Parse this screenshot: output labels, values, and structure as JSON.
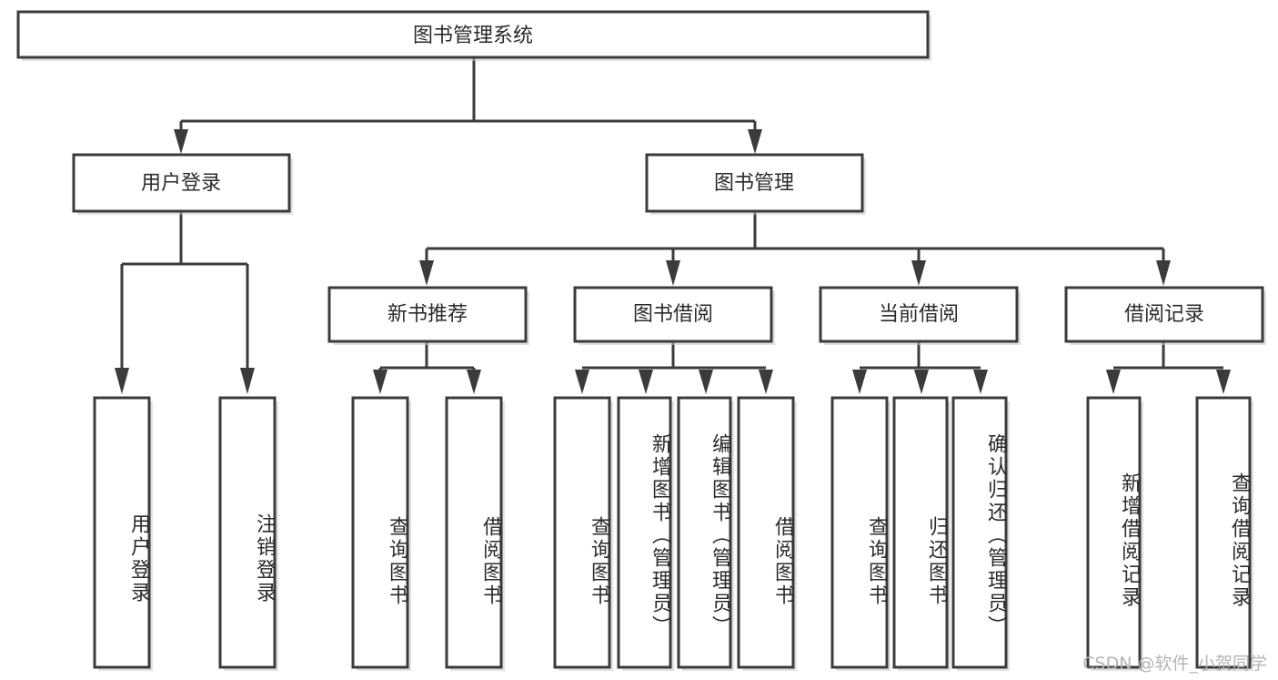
{
  "diagram": {
    "type": "tree-hierarchy",
    "title": "图书管理系统",
    "watermark": "CSDN @软件_小贺同学",
    "colors": {
      "stroke": "#3b3b3b",
      "fill": "#ffffff",
      "text": "#2b2b2b",
      "watermark": "#b4b4b4"
    },
    "root": {
      "label": "图书管理系统",
      "level": 0
    },
    "level1": [
      {
        "label": "用户登录"
      },
      {
        "label": "图书管理"
      }
    ],
    "level2": [
      {
        "label": "新书推荐"
      },
      {
        "label": "图书借阅"
      },
      {
        "label": "当前借阅"
      },
      {
        "label": "借阅记录"
      }
    ],
    "leaves": {
      "user_login": [
        {
          "label": "用户登录"
        },
        {
          "label": "注销登录"
        }
      ],
      "new_book_recommend": [
        {
          "label": "查询图书"
        },
        {
          "label": "借阅图书"
        }
      ],
      "book_borrow": [
        {
          "label": "查询图书"
        },
        {
          "label": "新增图书（管理员）"
        },
        {
          "label": "编辑图书（管理员）"
        },
        {
          "label": "借阅图书"
        }
      ],
      "current_borrow": [
        {
          "label": "查询图书"
        },
        {
          "label": "归还图书"
        },
        {
          "label": "确认归还（管理员）"
        }
      ],
      "borrow_record": [
        {
          "label": "新增借阅记录"
        },
        {
          "label": "查询借阅记录"
        }
      ]
    }
  }
}
